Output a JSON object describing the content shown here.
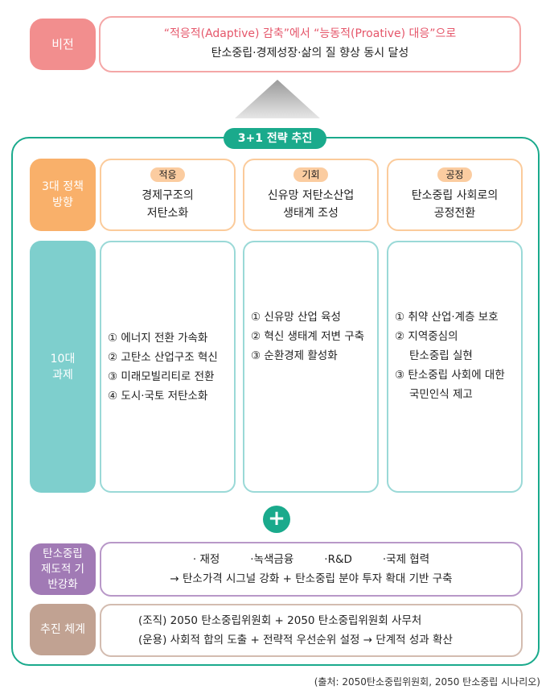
{
  "vision": {
    "label": "비전",
    "line1": "“적응적(Adaptive) 감축”에서 “능동적(Proative) 대응”으로",
    "line2": "탄소중립·경제성장·삶의 질 향상 동시 달성"
  },
  "strategy_title": "3+1 전략 추진",
  "policy": {
    "label": "3대 정책 방향",
    "items": [
      {
        "tag": "적응",
        "line1": "경제구조의",
        "line2": "저탄소화"
      },
      {
        "tag": "기회",
        "line1": "신유망 저탄소산업",
        "line2": "생태계 조성"
      },
      {
        "tag": "공정",
        "line1": "탄소중립 사회로의",
        "line2": "공정전환"
      }
    ]
  },
  "tasks": {
    "label": "10대 과제",
    "col1": [
      "① 에너지 전환 가속화",
      "② 고탄소 산업구조 혁신",
      "③ 미래모빌리티로 전환",
      "④ 도시·국토 저탄소화"
    ],
    "col2": [
      "① 신유망 산업 육성",
      "② 혁신 생태계 저변 구축",
      "③ 순환경제 활성화"
    ],
    "col3": [
      "① 취약 산업·계층 보호",
      "② 지역중심의",
      "탄소중립 실현",
      "③ 탄소중립 사회에 대한",
      "국민인식 제고"
    ]
  },
  "plus_symbol": "+",
  "institution": {
    "label": "탄소중립 제도적 기반강화",
    "items": [
      "· 재정",
      "·녹색금융",
      "·R&D",
      "·국제 협력"
    ],
    "line2": "→ 탄소가격 시그널 강화 + 탄소중립 분야 투자 확대 기반 구축"
  },
  "system": {
    "label": "추진 체계",
    "line1": "(조직) 2050 탄소중립위원회 + 2050 탄소중립위원회 사무처",
    "line2": "(운용) 사회적 합의 도출 + 전략적 우선순위 설정 → 단계적 성과 확산"
  },
  "source": "(출처: 2050탄소중립위원회, 2050 탄소중립 시나리오)",
  "colors": {
    "vision": "#f28e8e",
    "teal": "#1aaa8c",
    "policy": "#f9b06a",
    "tasks": "#7ecfcd",
    "institution": "#a17ab5",
    "system": "#c1a292"
  }
}
